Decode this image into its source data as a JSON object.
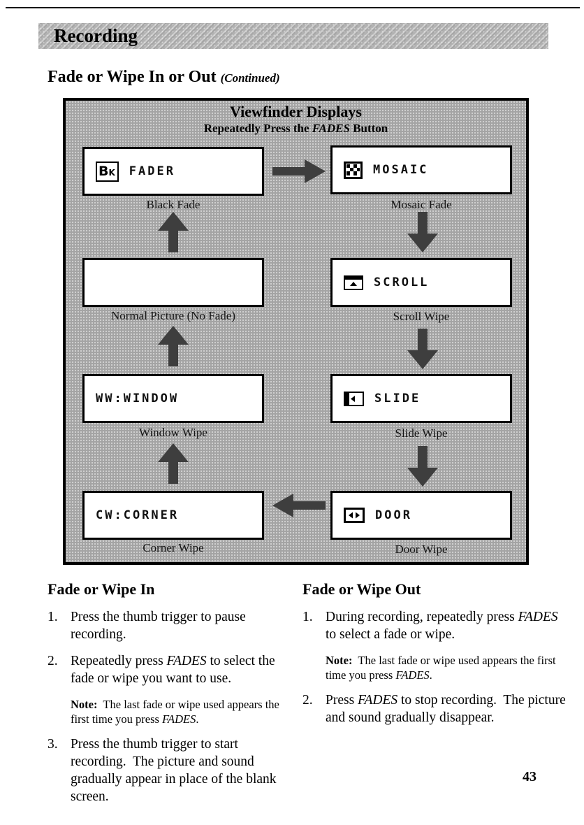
{
  "header": {
    "title": "Recording"
  },
  "section": {
    "title": "Fade or Wipe In or Out ",
    "continued": "(Continued)"
  },
  "diagram": {
    "title": "Viewfinder Displays",
    "subtitle_pre": "Repeatedly Press the ",
    "subtitle_em": "FADES",
    "subtitle_post": " Button",
    "boxes": [
      {
        "id": "fader",
        "icon": "bk-fader-icon",
        "icon_b": "B",
        "icon_k": "K",
        "label": "FADER",
        "caption": "Black Fade"
      },
      {
        "id": "mosaic",
        "icon": "mosaic-icon",
        "label": "MOSAIC",
        "caption": "Mosaic Fade"
      },
      {
        "id": "normal",
        "label": "",
        "caption": "Normal Picture (No Fade)"
      },
      {
        "id": "scroll",
        "icon": "scroll-icon",
        "label": "SCROLL",
        "caption": "Scroll Wipe"
      },
      {
        "id": "window",
        "label": "WW:WINDOW",
        "caption": "Window Wipe"
      },
      {
        "id": "slide",
        "icon": "slide-icon",
        "label": "SLIDE",
        "caption": "Slide Wipe"
      },
      {
        "id": "corner",
        "label": "CW:CORNER",
        "caption": "Corner Wipe"
      },
      {
        "id": "door",
        "icon": "door-icon",
        "label": "DOOR",
        "caption": "Door Wipe"
      }
    ],
    "arrow_color": "#3e3e3e",
    "background_gray": "#a4a4a4"
  },
  "columns": {
    "left": {
      "heading": "Fade or Wipe In",
      "s1_num": "1.",
      "s1_text": "Press the thumb trigger to pause recording.",
      "s2_num": "2.",
      "s2_pre": "Repeatedly press ",
      "s2_em": "FADES",
      "s2_post": " to select the fade or wipe you want to use.",
      "note_label": "Note:",
      "note_pre": "  The last fade or wipe used appears the first time you press ",
      "note_em": "FADES",
      "note_post": ".",
      "s3_num": "3.",
      "s3_text": "Press the thumb trigger to start recording.  The picture and sound gradually appear in place of the blank screen."
    },
    "right": {
      "heading": "Fade or Wipe Out",
      "s1_num": "1.",
      "s1_pre": "During recording, repeatedly press ",
      "s1_em": "FADES",
      "s1_post": " to select a fade or wipe.",
      "note_label": "Note:",
      "note_pre": "  The last fade or wipe used appears the first time you press ",
      "note_em": "FADES",
      "note_post": ".",
      "s2_num": "2.",
      "s2_pre": "Press ",
      "s2_em": "FADES",
      "s2_post": " to stop recording.  The picture and sound gradually disappear."
    }
  },
  "page": {
    "number": "43"
  }
}
